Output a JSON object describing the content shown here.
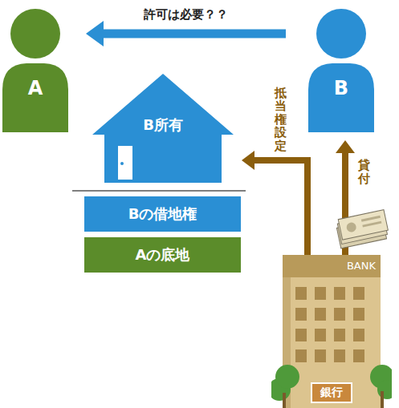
{
  "diagram": {
    "nodes": [
      {
        "text": [
          "A"
        ]
      },
      {
        "text": [
          "B"
        ]
      },
      {
        "text": [
          "B所有"
        ]
      },
      {
        "text": [
          "Bの借地権"
        ]
      },
      {
        "text": [
          "Aの底地"
        ]
      },
      {
        "text": [
          "BANK",
          "銀行"
        ]
      }
    ],
    "edges": [
      {
        "from": 1,
        "to": 0,
        "label": "許可は必要？？",
        "arrow": "to"
      },
      {
        "from": 5,
        "to": 2,
        "label": "抵当権設定",
        "arrow": "to"
      },
      {
        "from": 5,
        "to": 1,
        "label": "貸付",
        "arrow": "to"
      }
    ]
  }
}
